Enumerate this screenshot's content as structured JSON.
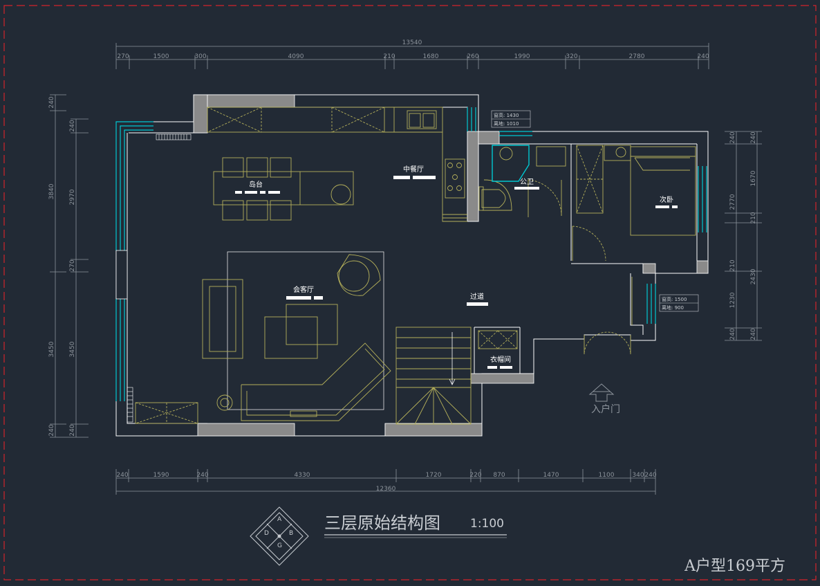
{
  "drawing": {
    "title": "三层原始结构图",
    "scale": "1:100",
    "unit_type": "A户型169平方",
    "entrance_label": "入户门"
  },
  "rooms": {
    "island": "岛台",
    "dining": "中餐厅",
    "guest_living": "会客厅",
    "bathroom": "公卫",
    "second_bedroom": "次卧",
    "corridor": "过道",
    "cloakroom": "衣帽间"
  },
  "window_tags": {
    "w1": {
      "height": "窗高: 1430",
      "sill": "离地: 1010"
    },
    "w2": {
      "height": "窗高: 1500",
      "sill": "离地: 900"
    }
  },
  "compass": [
    "A",
    "B",
    "G",
    "D"
  ],
  "dimensions": {
    "top_total": "13540",
    "top": [
      "270",
      "1500",
      "300",
      "4090",
      "210",
      "1680",
      "260",
      "1990",
      "320",
      "2780",
      "240"
    ],
    "bottom_total": "12360",
    "bottom": [
      "240",
      "1590",
      "240",
      "4330",
      "1720",
      "220",
      "870",
      "1470",
      "1100",
      "340",
      "240"
    ],
    "left_outer": [
      "240",
      "3840",
      "3450",
      "240"
    ],
    "left_inner": [
      "240",
      "2970",
      "270",
      "3450",
      "240"
    ],
    "right_inner": [
      "240",
      "2770",
      "210",
      "1230",
      "240"
    ],
    "right_outer": [
      "240",
      "1670",
      "210",
      "2430",
      "240"
    ]
  },
  "colors": {
    "background": "#222a35",
    "wall_line": "#ffffff",
    "wall_fill": "#8a8a8a",
    "furniture": "#b5b05a",
    "window": "#00c8d2",
    "border_dash": "#d2232a",
    "dimension": "#8d949c"
  }
}
